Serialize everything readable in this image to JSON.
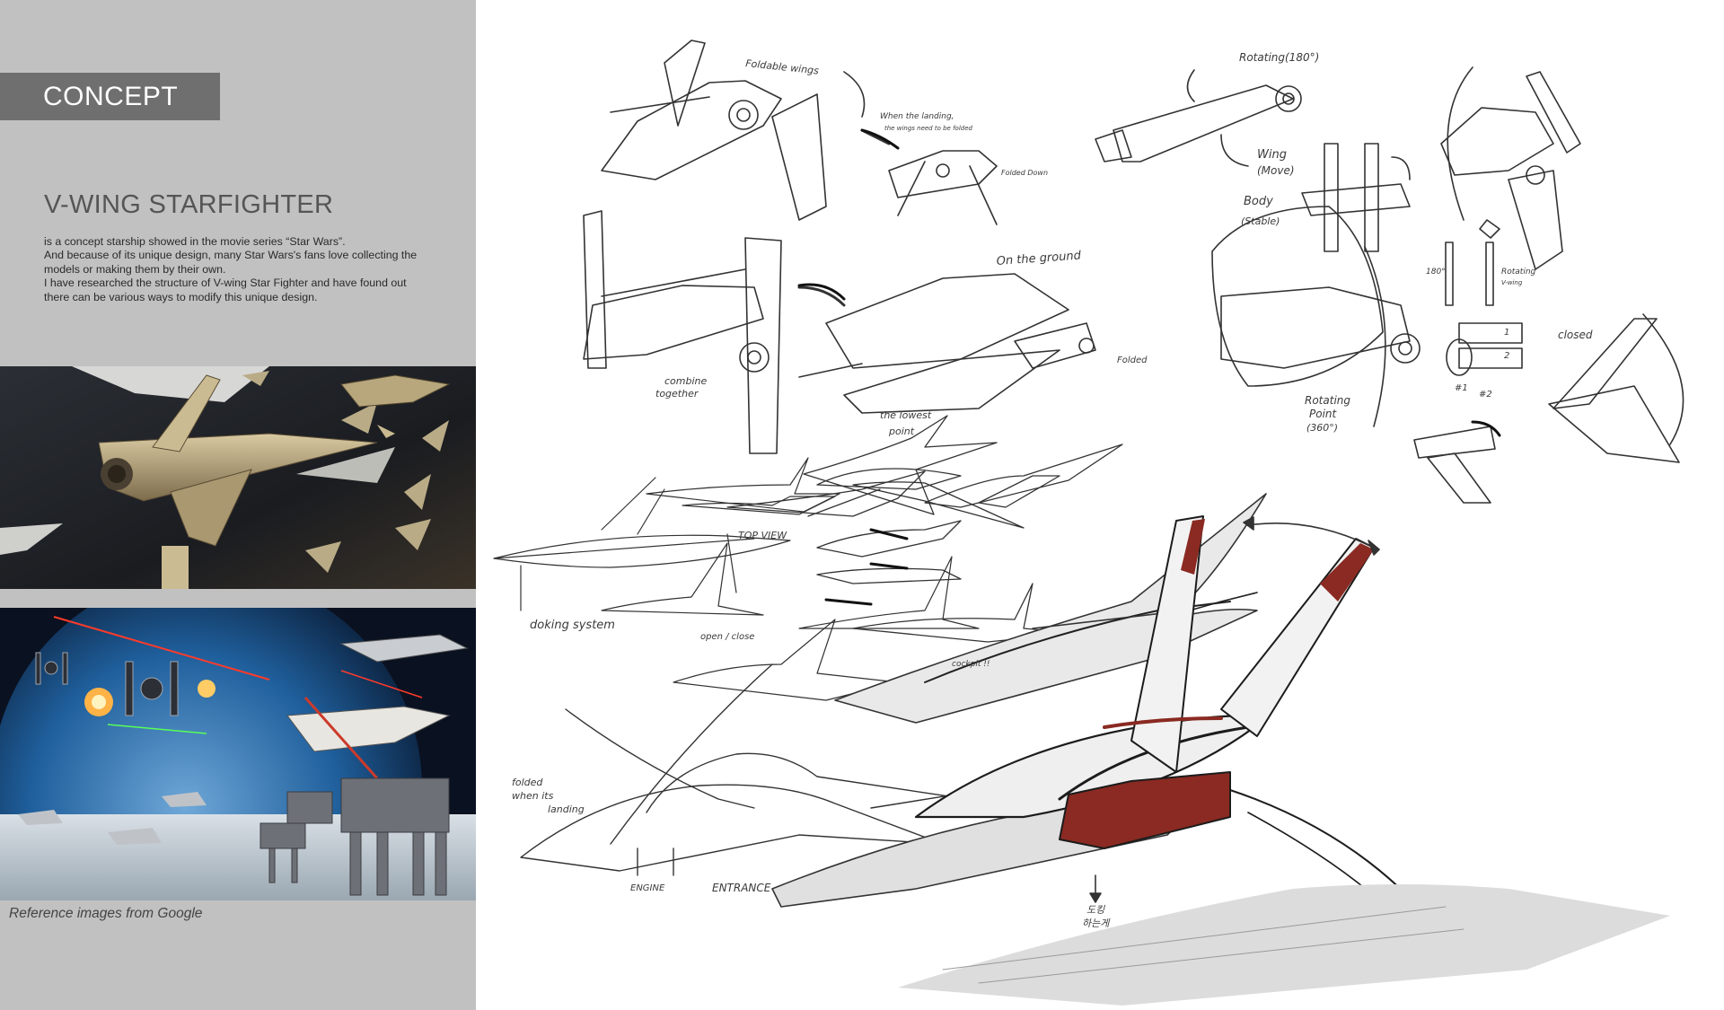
{
  "left_panel": {
    "tab_label": "CONCEPT",
    "title": "V-WING STARFIGHTER",
    "paragraphs": [
      "is a concept starship showed in the movie series “Star Wars”.",
      "And because of its unique design, many Star Wars's fans love collecting the models or making them by their own.",
      "I have researched the structure of  V-wing Star Fighter and have found out there can be various ways to modify this unique design."
    ],
    "reference_caption": "Reference images from Google"
  },
  "sketch_notes": {
    "foldable_wings": "Foldable wings",
    "when_landing": "When the landing,",
    "wings_folded": "the wings need to be folded",
    "folded_down": "Folded Down",
    "on_the_ground": "On the ground",
    "combine_together_1": "combine",
    "combine_together_2": "together",
    "the_lowest_point_1": "the lowest",
    "the_lowest_point_2": "point",
    "folded": "Folded",
    "rotating_180": "Rotating(180°)",
    "wing": "Wing",
    "wing_move": "(Move)",
    "body": "Body",
    "body_stable": "(Stable)",
    "rotating_point": "Rotating",
    "rotating_point_2": "Point",
    "rotating_point_360": "(360°)",
    "angle_180": "180°",
    "rotating_v_wing": "Rotating",
    "rotating_v_wing_2": "V-wing",
    "closed": "closed",
    "num_1": "1",
    "num_2": "2",
    "hash_1": "#1",
    "hash_2": "#2",
    "top_view": "TOP VIEW",
    "docking_system": "doking system",
    "open_close": "open / close",
    "cockpit": "cockpit !!",
    "folded_when_landing_1": "folded",
    "folded_when_landing_2": "when its",
    "folded_when_landing_3": "landing",
    "engine": "ENGINE",
    "entrance": "ENTRANCE",
    "korean_note_1": "도킹",
    "korean_note_2": "하는게"
  },
  "colors": {
    "panel_gray": "#c1c1c1",
    "tab_gray": "#6f6f6f",
    "accent_red": "#8a2a22"
  }
}
